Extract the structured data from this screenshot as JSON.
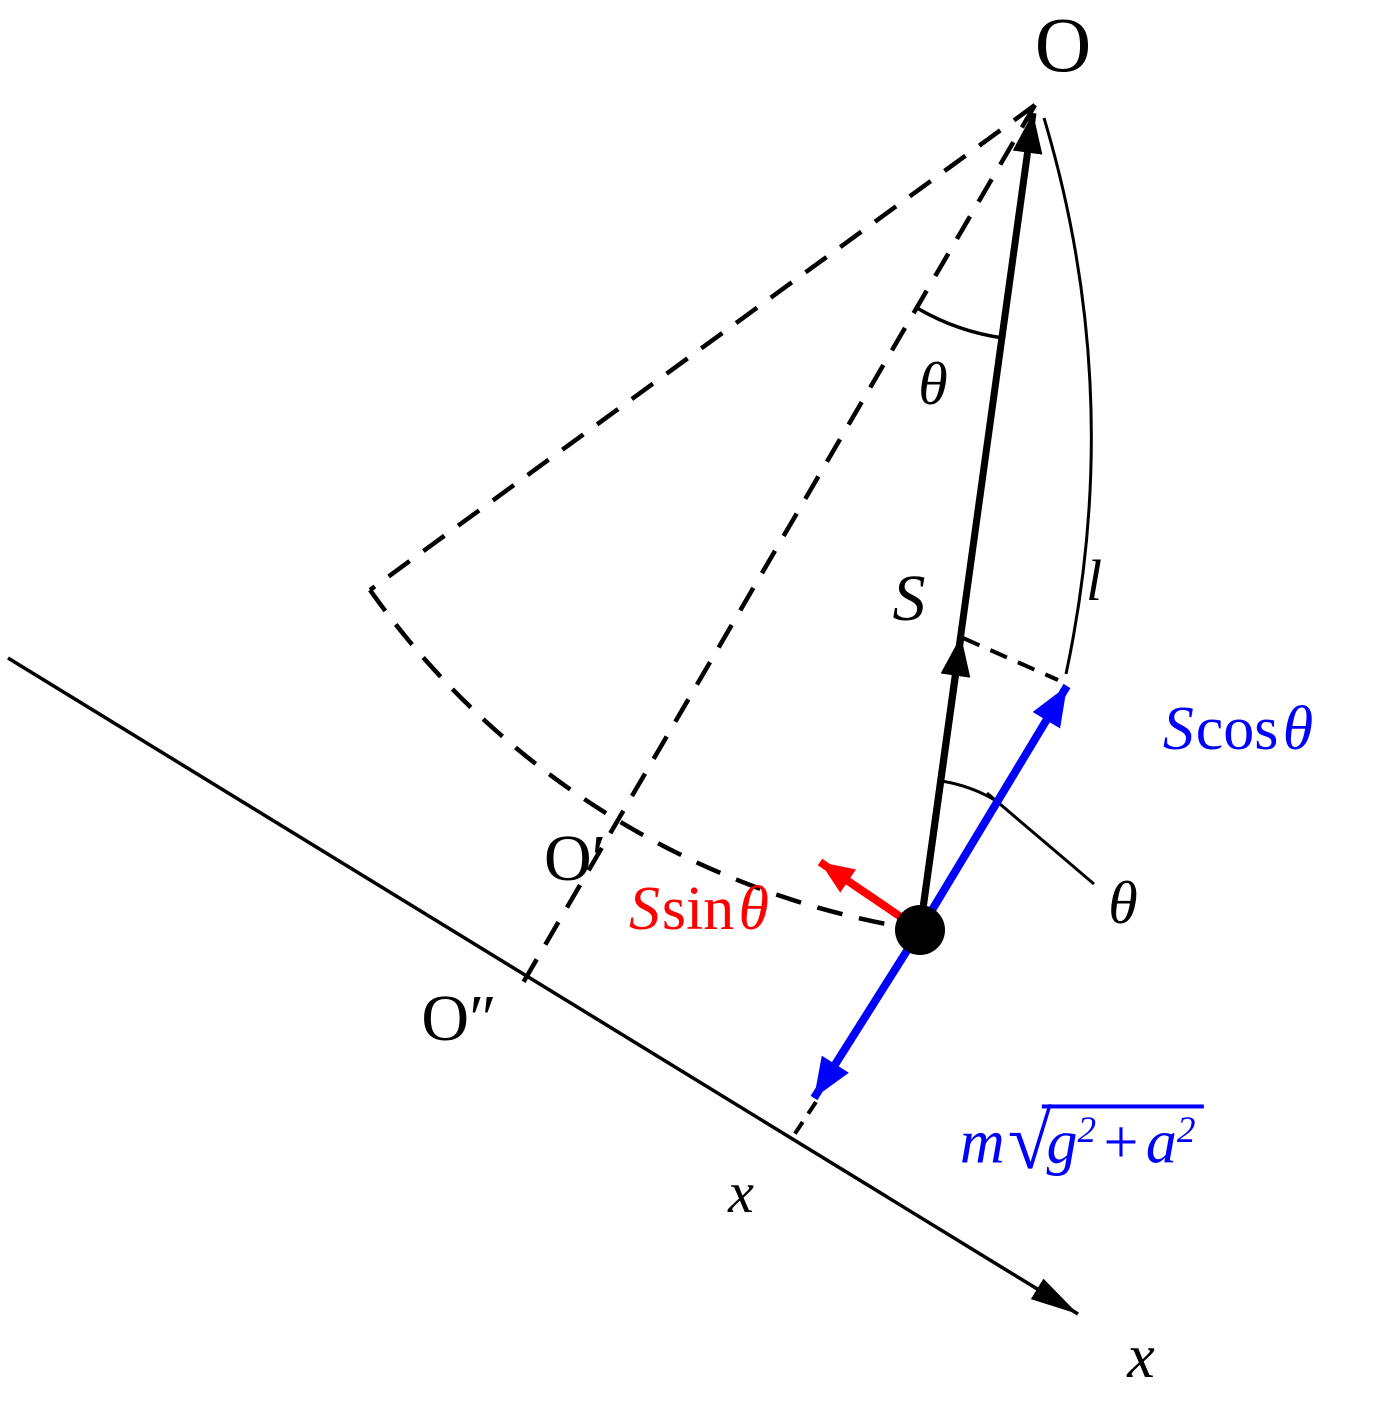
{
  "labels": {
    "pivot": "O",
    "theta_top": "θ",
    "tension": "S",
    "length": "l",
    "equilibrium_point": "O′",
    "axis_foot": "O″",
    "theta_at_bob": "θ",
    "x_axis_mid": "x",
    "x_axis_end": "x",
    "tension_cos": {
      "coef": "S",
      "fn": "cos",
      "angle": "θ"
    },
    "tension_sin": {
      "coef": "S",
      "fn": "sin",
      "angle": "θ"
    },
    "effective_weight": {
      "mass": "m",
      "radical": "√",
      "g": "g",
      "g_exp": "2",
      "plus": "+",
      "a": "a",
      "a_exp": "2"
    }
  },
  "colors": {
    "vector_blue": "#0000ff",
    "vector_red": "#ff0000",
    "line_black": "#000000",
    "background": "#ffffff"
  }
}
